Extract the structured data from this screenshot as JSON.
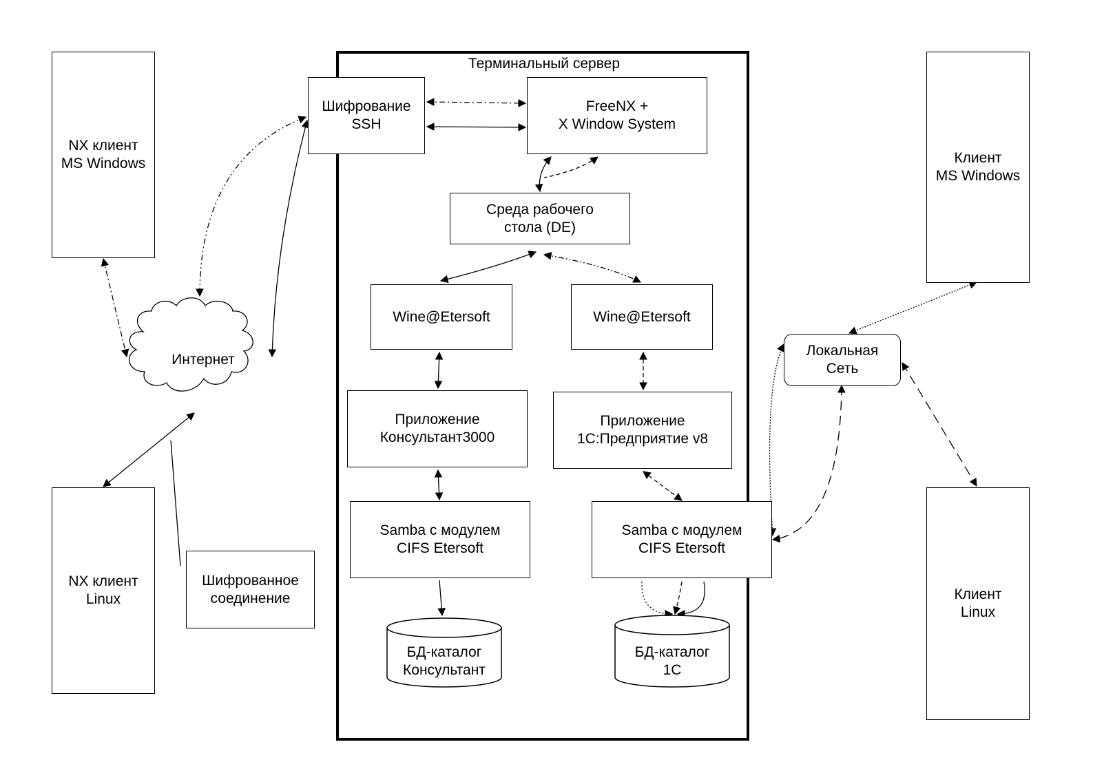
{
  "server": {
    "title": "Терминальный сервер"
  },
  "clients": {
    "nx_windows": [
      "NX клиент",
      "MS Windows"
    ],
    "nx_linux": [
      "NX клиент",
      "Linux"
    ],
    "win_client": [
      "Клиент",
      "MS Windows"
    ],
    "linux_client": [
      "Клиент",
      "Linux"
    ]
  },
  "internet": {
    "label": "Интернет"
  },
  "legend": {
    "encrypted": [
      "Шифрованное",
      "соединение"
    ]
  },
  "lan": {
    "label": [
      "Локальная",
      "Сеть"
    ]
  },
  "nodes": {
    "ssh": [
      "Шифрование",
      "SSH"
    ],
    "freenx": [
      "FreeNX +",
      "X Window System"
    ],
    "de": [
      "Среда рабочего",
      "стола (DE)"
    ],
    "wine_left": [
      "Wine@Etersoft"
    ],
    "wine_right": [
      "Wine@Etersoft"
    ],
    "app_left": [
      "Приложение",
      "Консультант3000"
    ],
    "app_right": [
      "Приложение",
      "1С:Предприятие v8"
    ],
    "samba_left": [
      "Samba с модулем",
      "CIFS Etersoft"
    ],
    "samba_right": [
      "Samba с модулем",
      "CIFS Etersoft"
    ],
    "db_left": [
      "БД-каталог",
      "Консультант"
    ],
    "db_right": [
      "БД-каталог",
      "1С"
    ]
  }
}
